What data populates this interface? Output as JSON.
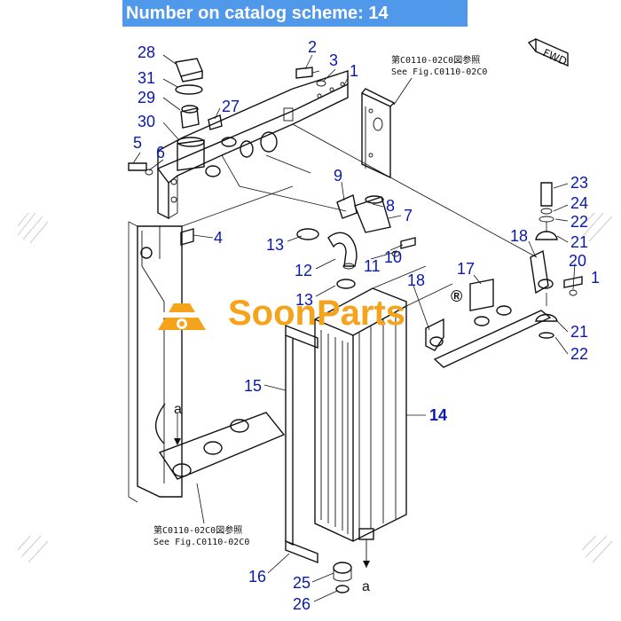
{
  "banner": {
    "text": "Number on catalog scheme: 14"
  },
  "references": {
    "top_line1": "第C0110-02C0図参照",
    "top_line2": "See Fig.C0110-02C0",
    "bottom_line1": "第C0110-02C0図参照",
    "bottom_line2": "See Fig.C0110-02C0"
  },
  "fwd_label": "FWD",
  "watermark": {
    "brand": "SoonParts",
    "registered": "®"
  },
  "arrow_letters": {
    "upper": "a",
    "lower": "a"
  },
  "callouts": [
    {
      "id": "c28",
      "text": "28"
    },
    {
      "id": "c31",
      "text": "31"
    },
    {
      "id": "c29",
      "text": "29"
    },
    {
      "id": "c30",
      "text": "30"
    },
    {
      "id": "c27",
      "text": "27"
    },
    {
      "id": "c5",
      "text": "5"
    },
    {
      "id": "c6",
      "text": "6"
    },
    {
      "id": "c2",
      "text": "2"
    },
    {
      "id": "c3",
      "text": "3"
    },
    {
      "id": "c1a",
      "text": "1"
    },
    {
      "id": "c9",
      "text": "9"
    },
    {
      "id": "c8",
      "text": "8"
    },
    {
      "id": "c7",
      "text": "7"
    },
    {
      "id": "c4",
      "text": "4"
    },
    {
      "id": "c13a",
      "text": "13"
    },
    {
      "id": "c12",
      "text": "12"
    },
    {
      "id": "c11",
      "text": "11"
    },
    {
      "id": "c10",
      "text": "10"
    },
    {
      "id": "c13b",
      "text": "13"
    },
    {
      "id": "c18a",
      "text": "18"
    },
    {
      "id": "c17",
      "text": "17"
    },
    {
      "id": "c18b",
      "text": "18"
    },
    {
      "id": "c23",
      "text": "23"
    },
    {
      "id": "c24",
      "text": "24"
    },
    {
      "id": "c22a",
      "text": "22"
    },
    {
      "id": "c21a",
      "text": "21"
    },
    {
      "id": "c20",
      "text": "20"
    },
    {
      "id": "c1b",
      "text": "1"
    },
    {
      "id": "c21b",
      "text": "21"
    },
    {
      "id": "c22b",
      "text": "22"
    },
    {
      "id": "c14",
      "text": "14"
    },
    {
      "id": "c15",
      "text": "15"
    },
    {
      "id": "c16",
      "text": "16"
    },
    {
      "id": "c25",
      "text": "25"
    },
    {
      "id": "c26",
      "text": "26"
    }
  ]
}
